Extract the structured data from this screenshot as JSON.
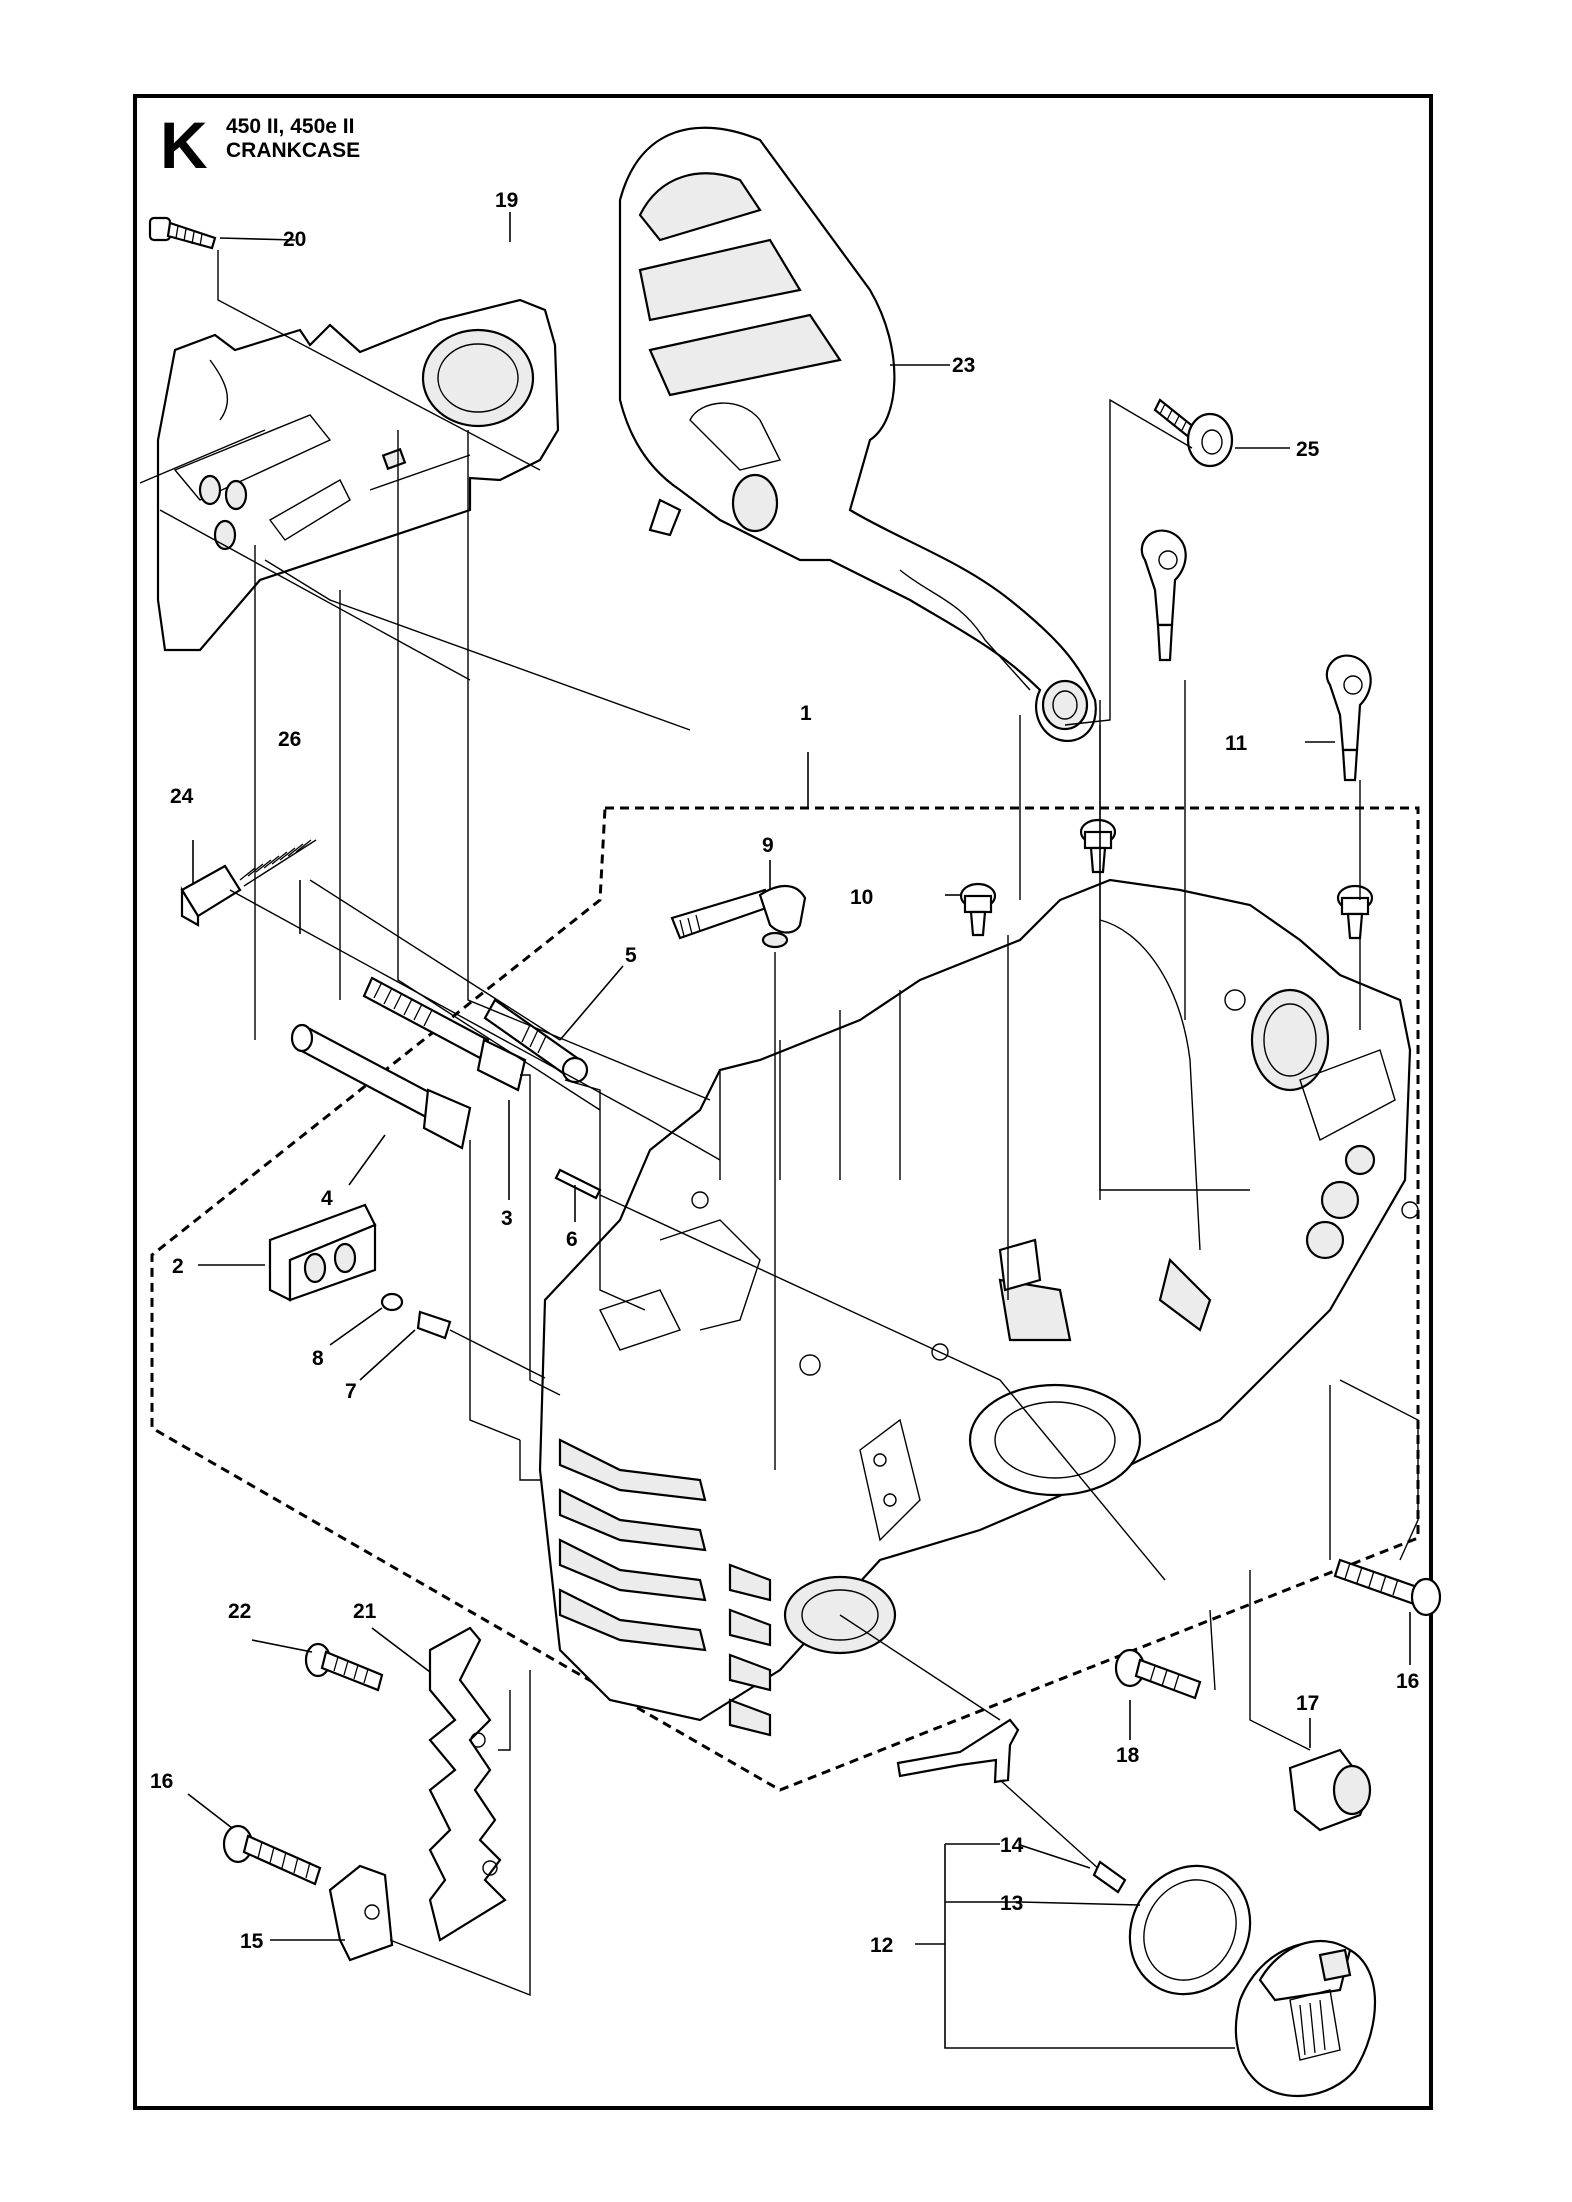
{
  "header": {
    "page_letter": "K",
    "model": "450 II, 450e II",
    "section": "CRANKCASE"
  },
  "callouts": {
    "c1": "1",
    "c2": "2",
    "c3": "3",
    "c4": "4",
    "c5": "5",
    "c6": "6",
    "c7": "7",
    "c8": "8",
    "c9": "9",
    "c10": "10",
    "c11": "11",
    "c12": "12",
    "c13": "13",
    "c14": "14",
    "c15": "15",
    "c16a": "16",
    "c16b": "16",
    "c17": "17",
    "c18": "18",
    "c19": "19",
    "c20": "20",
    "c21": "21",
    "c22": "22",
    "c23": "23",
    "c24": "24",
    "c25": "25",
    "c26": "26"
  },
  "colors": {
    "ink": "#000000",
    "paper": "#ffffff"
  }
}
